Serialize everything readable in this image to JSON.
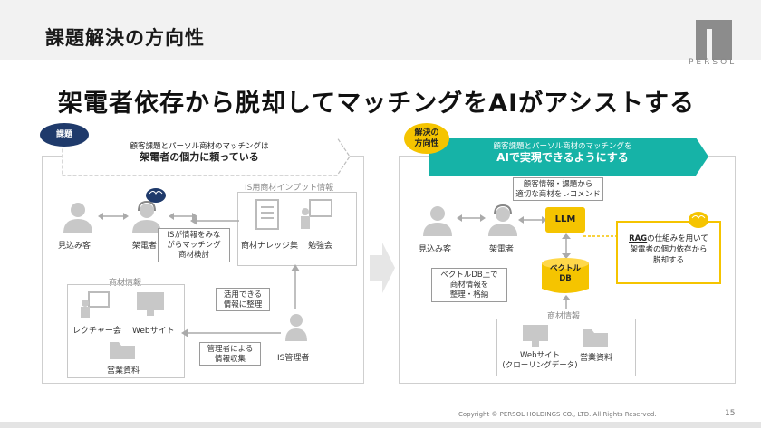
{
  "header": {
    "title": "課題解決の方向性",
    "logo_text": "PERSOL"
  },
  "headline": "架電者依存から脱却してマッチングをAIがアシストする",
  "issue": {
    "badge": "課題",
    "banner_line1": "顧客課題とパーソル商材のマッチングは",
    "banner_line2": "架電者の個力に頼っている",
    "prospect_label": "見込み客",
    "caller_label": "架電者",
    "caller_note": [
      "ISが情報をみな",
      "がらマッチング",
      "商材検討"
    ],
    "input_title": "IS用商材インプット情報",
    "knowledge_label": "商材ナレッジ集",
    "study_label": "勉強会",
    "info_title": "商材情報",
    "lecture_label": "レクチャー会",
    "website_label": "Webサイト",
    "sales_label": "営業資料",
    "organize_note": [
      "活用できる",
      "情報に整理"
    ],
    "collect_note": [
      "管理者による",
      "情報収集"
    ],
    "admin_label": "IS管理者"
  },
  "solution": {
    "badge": [
      "解決の",
      "方向性"
    ],
    "banner_line1": "顧客課題とパーソル商材のマッチングを",
    "banner_line2": "AIで実現できるようにする",
    "prospect_label": "見込み客",
    "caller_label": "架電者",
    "recommend_note": [
      "顧客情報・課題から",
      "適切な商材をレコメンド"
    ],
    "llm_label": "LLM",
    "vector_note": [
      "ベクトルDB上で",
      "商材情報を",
      "整理・格納"
    ],
    "vector_db": [
      "ベクトル",
      "DB"
    ],
    "rag_line1_bold": "RAG",
    "rag_line1_rest": "の仕組みを用いて",
    "rag_line2": "架電者の個力依存から",
    "rag_line3": "脱却する",
    "info_title": "商材情報",
    "website_label": [
      "Webサイト",
      "(クローリングデータ)"
    ],
    "sales_label": "営業資料"
  },
  "footer": {
    "copyright": "Copyright © PERSOL HOLDINGS CO., LTD. All Rights Reserved.",
    "page": "15"
  },
  "colors": {
    "navy": "#1f3a6b",
    "teal": "#16b3a7",
    "yellow": "#f5c400",
    "grey_icon": "#c8c8c8"
  }
}
